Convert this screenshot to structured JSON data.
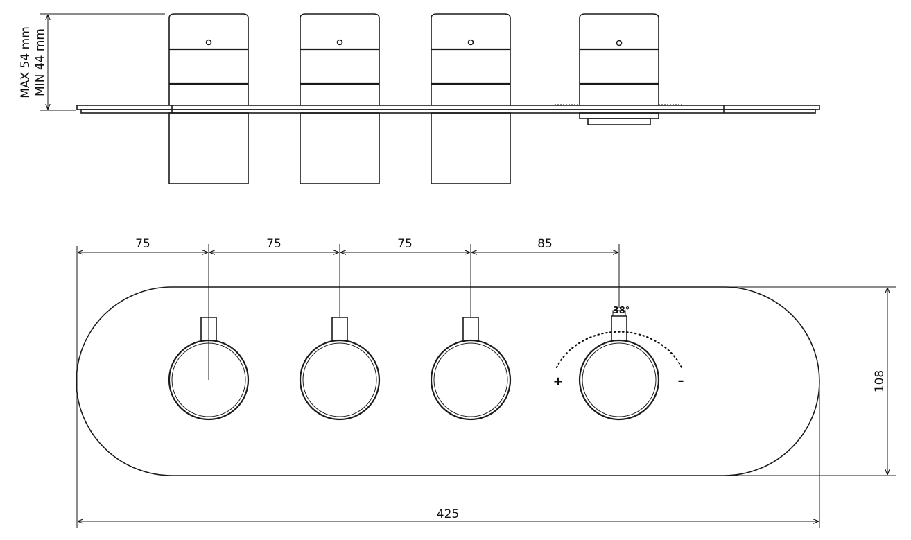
{
  "side_view": {
    "depth_note_max": "MAX 54 mm",
    "depth_note_min": "MIN 44 mm"
  },
  "front_view": {
    "spacing_1": "75",
    "spacing_2": "75",
    "spacing_3": "75",
    "spacing_4": "85",
    "plate_height": "108",
    "plate_width": "425",
    "temperature_mark": "38°",
    "plus_sign": "+",
    "minus_sign": "–"
  }
}
